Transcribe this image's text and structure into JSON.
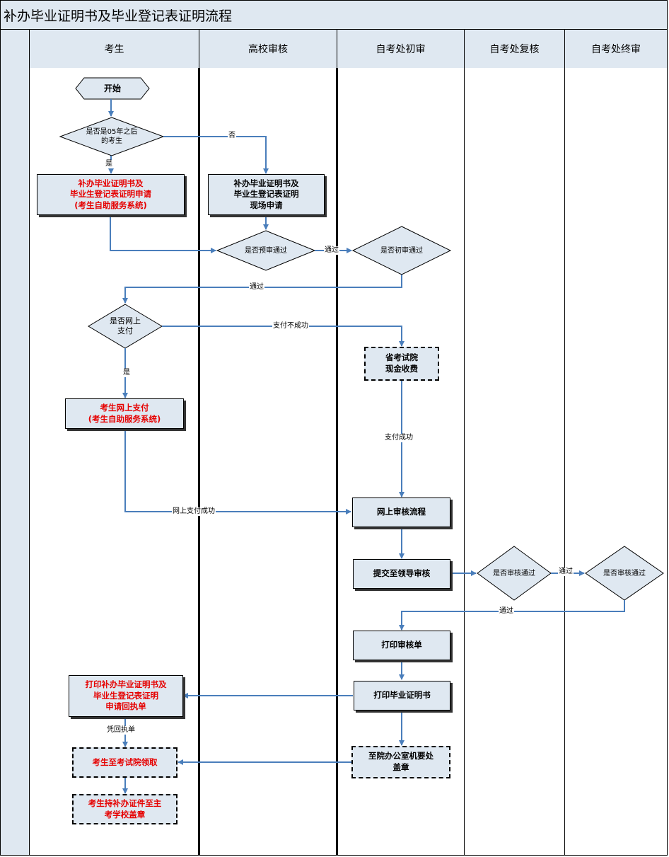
{
  "title": "补办毕业证明书及毕业登记表证明流程",
  "lanes": [
    "考生",
    "高校审核",
    "自考处初审",
    "自考处复核",
    "自考处终审"
  ],
  "nodes": {
    "start": "开始",
    "d_before": "是否是05年之后\n的考生",
    "apply_online": "补办毕业证明书及\n毕业生登记表证明申请\n(考生自助服务系统)",
    "apply_onsite": "补办毕业证明书及\n毕业生登记表证明\n现场申请",
    "d_pre": "是否预审通过",
    "d_first": "是否初审通过",
    "d_pay": "是否网上\n支付",
    "cash_fee": "省考试院\n现金收费",
    "pay_online": "考生网上支付\n(考生自助服务系统)",
    "online_flow": "网上审核流程",
    "submit_leader": "提交至领导审核",
    "d_review": "是否审核通过",
    "d_final": "是否审核通过",
    "print_review": "打印审核单",
    "print_cert": "打印毕业证明书",
    "print_receipt": "打印补办毕业证明书及\n毕业生登记表证明\n申请回执单",
    "seal": "至院办公室机要处\n盖章",
    "collect": "考生至考试院领取",
    "take_school": "考生持补办证件至主\n考学校盖章"
  },
  "labels": {
    "no": "否",
    "yes": "是",
    "pass_pre": "通过",
    "pass_first": "通过",
    "pay_fail": "支付不成功",
    "yes_pay": "是",
    "pay_success": "支付成功",
    "online_pay_success": "网上支付成功",
    "pass_review": "通过",
    "pass_final": "通过",
    "receipt": "凭回执单"
  },
  "colors": {
    "fill": "#dfe8f1",
    "wire": "#4a7ebb",
    "highlight": "#e60000"
  }
}
